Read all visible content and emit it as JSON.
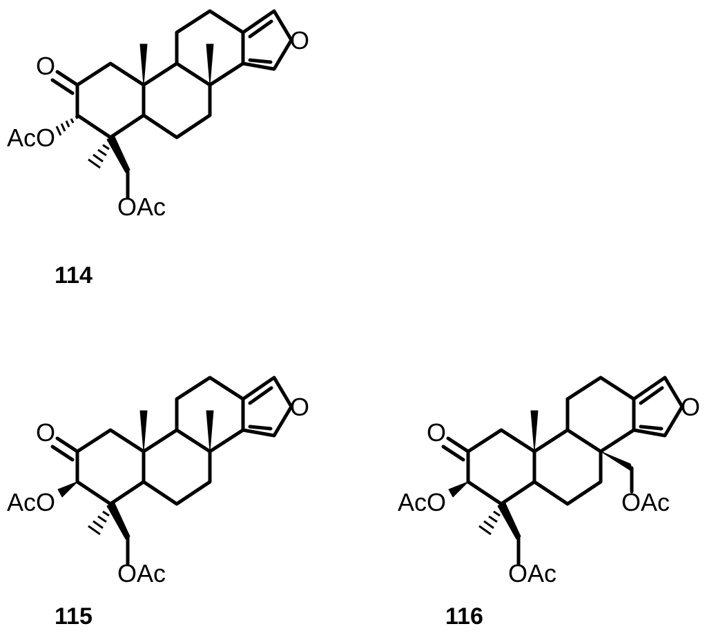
{
  "figure": {
    "compounds": [
      {
        "id": "114",
        "number": "114",
        "atoms": {
          "carbonyl_o": "O",
          "ring_acetoxy": "AcO",
          "side_acetoxy": "OAc",
          "furan_o": "O"
        }
      },
      {
        "id": "115",
        "number": "115",
        "atoms": {
          "carbonyl_o": "O",
          "ring_acetoxy": "AcO",
          "side_acetoxy": "OAc",
          "furan_o": "O"
        }
      },
      {
        "id": "116",
        "number": "116",
        "atoms": {
          "carbonyl_o": "O",
          "ring_acetoxy": "AcO",
          "side_acetoxy": "OAc",
          "furan_o": "O",
          "angular_acetoxy": "OAc"
        }
      }
    ]
  }
}
